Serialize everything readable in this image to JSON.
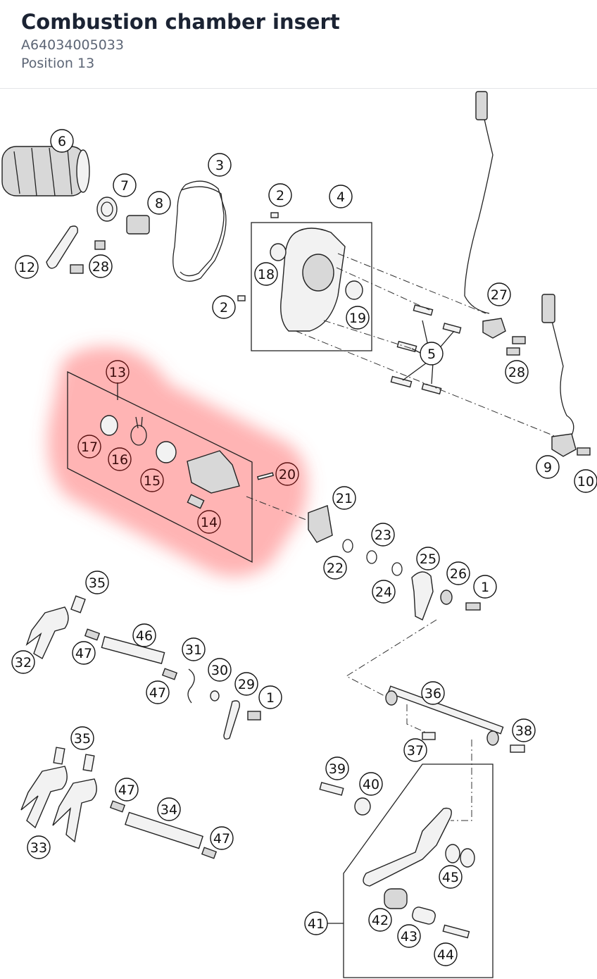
{
  "header": {
    "title": "Combustion chamber insert",
    "part_number": "A64034005033",
    "position": "Position 13"
  },
  "highlight": {
    "callout": "13",
    "color": "#ff5a5a"
  },
  "callouts": [
    {
      "label": "6",
      "highlighted": false
    },
    {
      "label": "7",
      "highlighted": false
    },
    {
      "label": "8",
      "highlighted": false
    },
    {
      "label": "3",
      "highlighted": false
    },
    {
      "label": "2",
      "highlighted": false
    },
    {
      "label": "4",
      "highlighted": false
    },
    {
      "label": "12",
      "highlighted": false
    },
    {
      "label": "28",
      "highlighted": false
    },
    {
      "label": "18",
      "highlighted": false
    },
    {
      "label": "2",
      "highlighted": false
    },
    {
      "label": "19",
      "highlighted": false
    },
    {
      "label": "27",
      "highlighted": false
    },
    {
      "label": "5",
      "highlighted": false
    },
    {
      "label": "28",
      "highlighted": false
    },
    {
      "label": "13",
      "highlighted": true
    },
    {
      "label": "17",
      "highlighted": true
    },
    {
      "label": "16",
      "highlighted": true
    },
    {
      "label": "15",
      "highlighted": true
    },
    {
      "label": "20",
      "highlighted": true
    },
    {
      "label": "14",
      "highlighted": true
    },
    {
      "label": "9",
      "highlighted": false
    },
    {
      "label": "10",
      "highlighted": false
    },
    {
      "label": "21",
      "highlighted": false
    },
    {
      "label": "23",
      "highlighted": false
    },
    {
      "label": "22",
      "highlighted": false
    },
    {
      "label": "25",
      "highlighted": false
    },
    {
      "label": "26",
      "highlighted": false
    },
    {
      "label": "1",
      "highlighted": false
    },
    {
      "label": "24",
      "highlighted": false
    },
    {
      "label": "35",
      "highlighted": false
    },
    {
      "label": "32",
      "highlighted": false
    },
    {
      "label": "47",
      "highlighted": false
    },
    {
      "label": "46",
      "highlighted": false
    },
    {
      "label": "31",
      "highlighted": false
    },
    {
      "label": "30",
      "highlighted": false
    },
    {
      "label": "47",
      "highlighted": false
    },
    {
      "label": "29",
      "highlighted": false
    },
    {
      "label": "1",
      "highlighted": false
    },
    {
      "label": "36",
      "highlighted": false
    },
    {
      "label": "38",
      "highlighted": false
    },
    {
      "label": "37",
      "highlighted": false
    },
    {
      "label": "35",
      "highlighted": false
    },
    {
      "label": "39",
      "highlighted": false
    },
    {
      "label": "40",
      "highlighted": false
    },
    {
      "label": "47",
      "highlighted": false
    },
    {
      "label": "34",
      "highlighted": false
    },
    {
      "label": "47",
      "highlighted": false
    },
    {
      "label": "33",
      "highlighted": false
    },
    {
      "label": "45",
      "highlighted": false
    },
    {
      "label": "42",
      "highlighted": false
    },
    {
      "label": "41",
      "highlighted": false
    },
    {
      "label": "43",
      "highlighted": false
    },
    {
      "label": "44",
      "highlighted": false
    }
  ]
}
